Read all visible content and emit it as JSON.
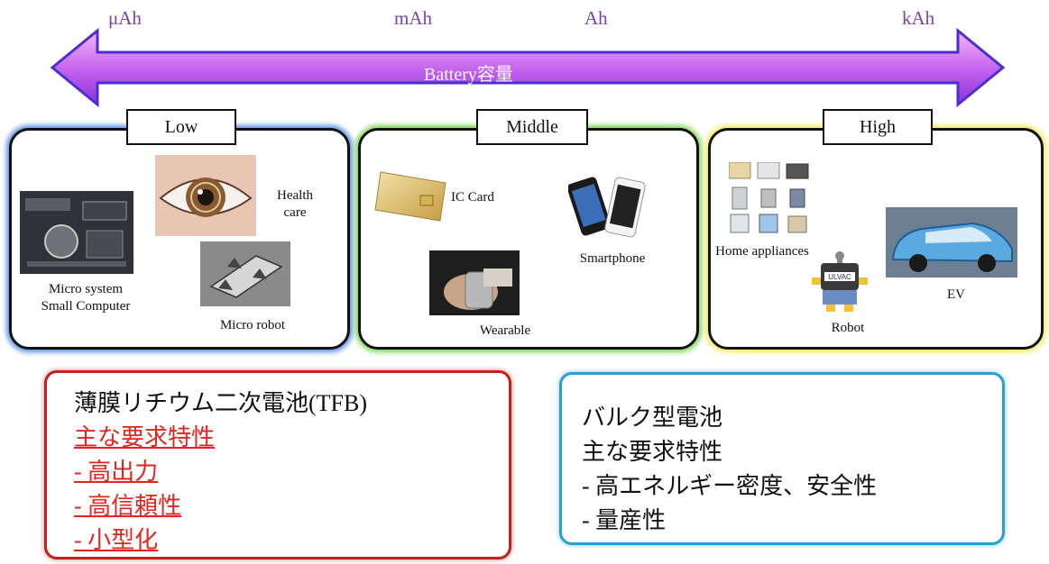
{
  "units": [
    "μAh",
    "mAh",
    "Ah",
    "kAh"
  ],
  "arrow": {
    "label": "Battery容量",
    "color_start": "#f6a8f4",
    "color_end": "#9b3fe0"
  },
  "tiers": {
    "low": {
      "title": "Low",
      "border_glow": "#5b8fe0",
      "items": [
        "Health care",
        "Micro system Small Computer",
        "Micro robot"
      ]
    },
    "middle": {
      "title": "Middle",
      "border_glow": "#7fd45a",
      "items": [
        "IC Card",
        "Smartphone",
        "Wearable"
      ]
    },
    "high": {
      "title": "High",
      "border_glow": "#f3ec60",
      "items": [
        "Home appliances",
        "Robot",
        "EV"
      ]
    }
  },
  "labels": {
    "health1": "Health",
    "health2": "care",
    "micro_system1": "Micro system",
    "micro_system2": "Small Computer",
    "micro_robot": "Micro robot",
    "ic_card": "IC Card",
    "smartphone": "Smartphone",
    "wearable": "Wearable",
    "home_appliances": "Home appliances",
    "robot": "Robot",
    "ev": "EV",
    "robot_badge": "ULVAC"
  },
  "tfb_box": {
    "title": "薄膜リチウム二次電池(TFB)",
    "subtitle": "主な要求特性",
    "items": [
      "- 高出力",
      "- 高信頼性",
      "- 小型化"
    ],
    "accent": "#e0261f"
  },
  "bulk_box": {
    "title": "バルク型電池",
    "subtitle": "主な要求特性",
    "items": [
      "- 高エネルギー密度、安全性",
      "- 量産性"
    ]
  }
}
